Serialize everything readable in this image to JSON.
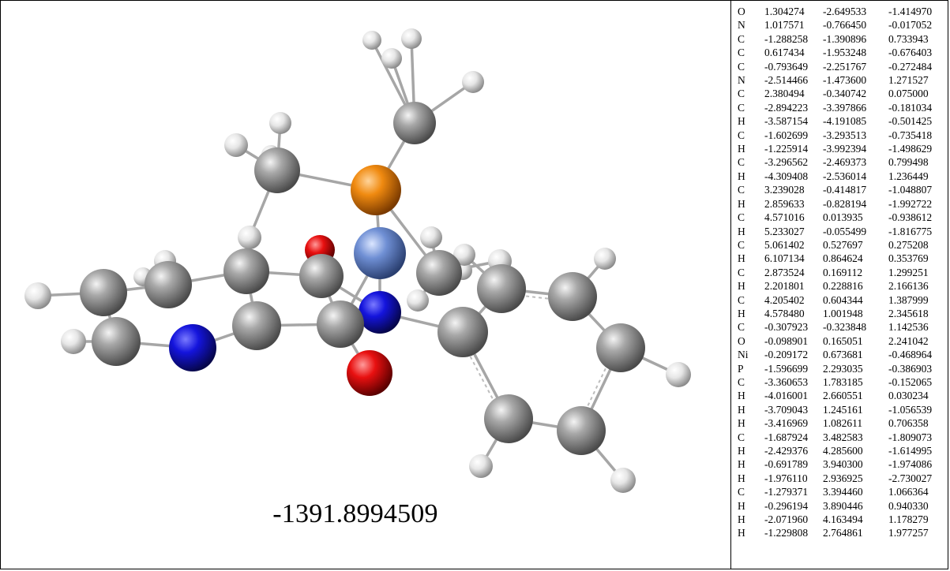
{
  "energy_label": "-1391.8994509",
  "atom_colors": {
    "C": "#9a9a9a",
    "H": "#e2e2e2",
    "N": "#1a1ad6",
    "O": "#e01010",
    "P": "#f08a10",
    "Ni": "#6f8fd4"
  },
  "coordinates": [
    {
      "el": "O",
      "x": "1.304274",
      "y": "-2.649533",
      "z": "-1.414970"
    },
    {
      "el": "N",
      "x": "1.017571",
      "y": "-0.766450",
      "z": "-0.017052"
    },
    {
      "el": "C",
      "x": "-1.288258",
      "y": "-1.390896",
      "z": "0.733943"
    },
    {
      "el": "C",
      "x": "0.617434",
      "y": "-1.953248",
      "z": "-0.676403"
    },
    {
      "el": "C",
      "x": "-0.793649",
      "y": "-2.251767",
      "z": "-0.272484"
    },
    {
      "el": "N",
      "x": "-2.514466",
      "y": "-1.473600",
      "z": "1.271527"
    },
    {
      "el": "C",
      "x": "2.380494",
      "y": "-0.340742",
      "z": "0.075000"
    },
    {
      "el": "C",
      "x": "-2.894223",
      "y": "-3.397866",
      "z": "-0.181034"
    },
    {
      "el": "H",
      "x": "-3.587154",
      "y": "-4.191085",
      "z": "-0.501425"
    },
    {
      "el": "C",
      "x": "-1.602699",
      "y": "-3.293513",
      "z": "-0.735418"
    },
    {
      "el": "H",
      "x": "-1.225914",
      "y": "-3.992394",
      "z": "-1.498629"
    },
    {
      "el": "C",
      "x": "-3.296562",
      "y": "-2.469373",
      "z": "0.799498"
    },
    {
      "el": "H",
      "x": "-4.309408",
      "y": "-2.536014",
      "z": "1.236449"
    },
    {
      "el": "C",
      "x": "3.239028",
      "y": "-0.414817",
      "z": "-1.048807"
    },
    {
      "el": "H",
      "x": "2.859633",
      "y": "-0.828194",
      "z": "-1.992722"
    },
    {
      "el": "C",
      "x": "4.571016",
      "y": "0.013935",
      "z": "-0.938612"
    },
    {
      "el": "H",
      "x": "5.233027",
      "y": "-0.055499",
      "z": "-1.816775"
    },
    {
      "el": "C",
      "x": "5.061402",
      "y": "0.527697",
      "z": "0.275208"
    },
    {
      "el": "H",
      "x": "6.107134",
      "y": "0.864624",
      "z": "0.353769"
    },
    {
      "el": "C",
      "x": "2.873524",
      "y": "0.169112",
      "z": "1.299251"
    },
    {
      "el": "H",
      "x": "2.201801",
      "y": "0.228816",
      "z": "2.166136"
    },
    {
      "el": "C",
      "x": "4.205402",
      "y": "0.604344",
      "z": "1.387999"
    },
    {
      "el": "H",
      "x": "4.578480",
      "y": "1.001948",
      "z": "2.345618"
    },
    {
      "el": "C",
      "x": "-0.307923",
      "y": "-0.323848",
      "z": "1.142536"
    },
    {
      "el": "O",
      "x": "-0.098901",
      "y": "0.165051",
      "z": "2.241042"
    },
    {
      "el": "Ni",
      "x": "-0.209172",
      "y": "0.673681",
      "z": "-0.468964"
    },
    {
      "el": "P",
      "x": "-1.596699",
      "y": "2.293035",
      "z": "-0.386903"
    },
    {
      "el": "C",
      "x": "-3.360653",
      "y": "1.783185",
      "z": "-0.152065"
    },
    {
      "el": "H",
      "x": "-4.016001",
      "y": "2.660551",
      "z": "0.030234"
    },
    {
      "el": "H",
      "x": "-3.709043",
      "y": "1.245161",
      "z": "-1.056539"
    },
    {
      "el": "H",
      "x": "-3.416969",
      "y": "1.082611",
      "z": "0.706358"
    },
    {
      "el": "C",
      "x": "-1.687924",
      "y": "3.482583",
      "z": "-1.809073"
    },
    {
      "el": "H",
      "x": "-2.429376",
      "y": "4.285600",
      "z": "-1.614995"
    },
    {
      "el": "H",
      "x": "-0.691789",
      "y": "3.940300",
      "z": "-1.974086"
    },
    {
      "el": "H",
      "x": "-1.976110",
      "y": "2.936925",
      "z": "-2.730027"
    },
    {
      "el": "C",
      "x": "-1.279371",
      "y": "3.394460",
      "z": "1.066364"
    },
    {
      "el": "H",
      "x": "-0.296194",
      "y": "3.890446",
      "z": "0.940330"
    },
    {
      "el": "H",
      "x": "-2.071960",
      "y": "4.163494",
      "z": "1.178279"
    },
    {
      "el": "H",
      "x": "-1.229808",
      "y": "2.764861",
      "z": "1.977257"
    }
  ]
}
